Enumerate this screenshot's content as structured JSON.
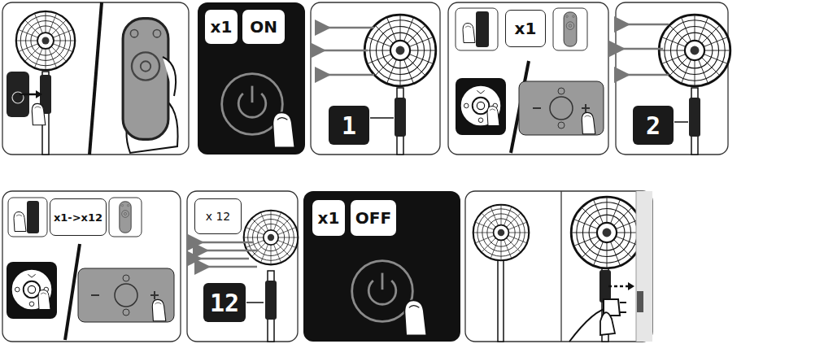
{
  "diagram": {
    "nodes": [
      {
        "text": [
          "x1"
        ]
      },
      {
        "text": [
          "ON"
        ]
      },
      {
        "text": [
          "1"
        ]
      },
      {
        "text": [
          "x1"
        ]
      },
      {
        "text": [
          "2"
        ]
      },
      {
        "text": [
          "x1->x12"
        ]
      },
      {
        "text": [
          "x 12"
        ]
      },
      {
        "text": [
          "12"
        ]
      },
      {
        "text": [
          "x1"
        ]
      },
      {
        "text": [
          "OFF"
        ]
      }
    ]
  }
}
